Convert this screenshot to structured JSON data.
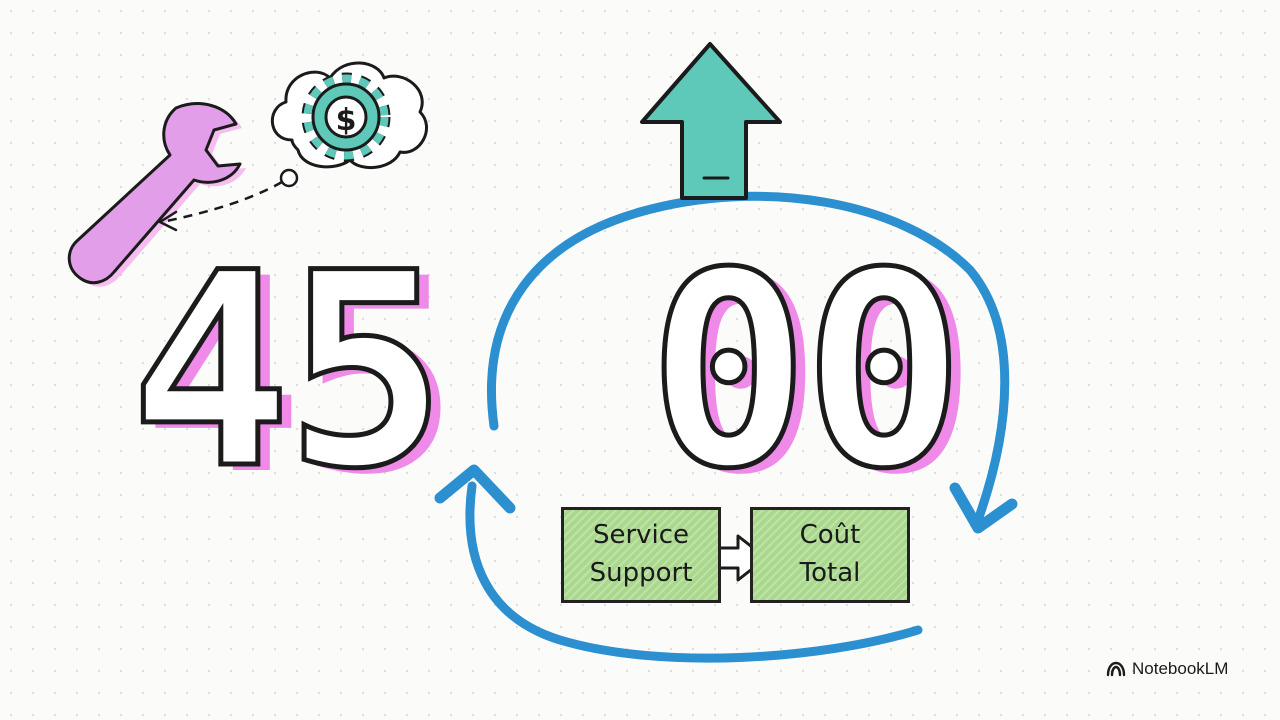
{
  "numbers": {
    "left": "45",
    "right": "00"
  },
  "flow": {
    "service_line1": "Service",
    "service_line2": "Support",
    "cost_line1": "Coût",
    "cost_line2": "Total"
  },
  "thought_symbol": "$",
  "brand": {
    "name": "NotebookLM",
    "icon": "notebooklm-logo-icon"
  },
  "colors": {
    "accent_pink": "#f08ae8",
    "wrench_pink": "#e39ee9",
    "cycle_blue": "#2c8fcf",
    "teal": "#5ec9b8",
    "green_box": "#a9d88c"
  },
  "icons": [
    "wrench-icon",
    "thought-bubble-icon",
    "gear-dollar-icon",
    "up-arrow-icon",
    "cycle-arrow-icon",
    "right-arrow-icon"
  ]
}
